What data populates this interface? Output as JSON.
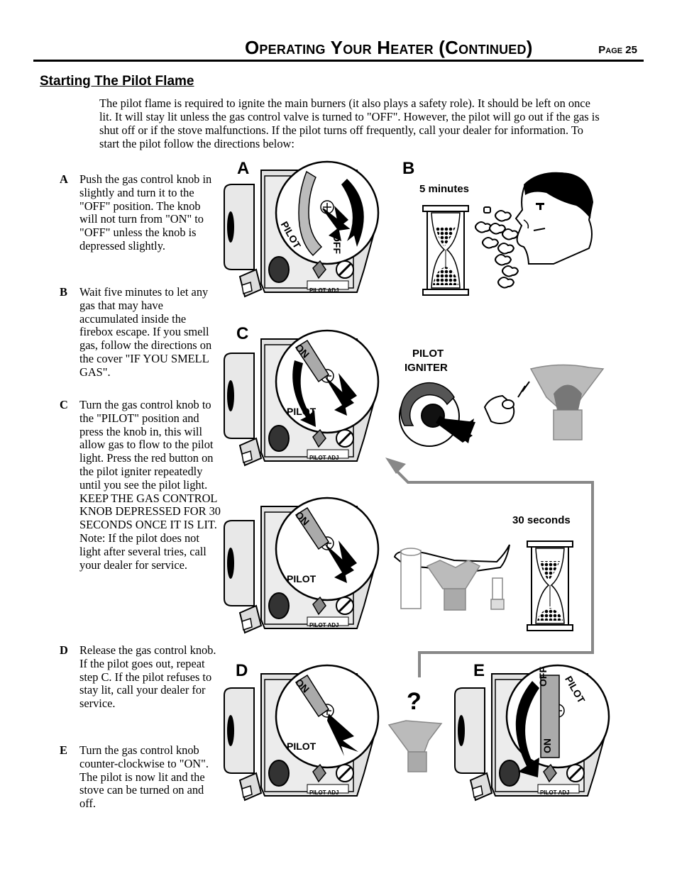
{
  "header": {
    "title": "Operating Your Heater (Continued)",
    "page": "Page 25"
  },
  "section_title": "Starting The Pilot Flame",
  "intro": "The pilot flame is required to ignite the main burners (it also plays a safety role).  It should be left on once lit.  It will stay lit unless the gas control valve is turned to \"OFF\".  However, the pilot will go out if the gas is shut off or if the stove malfunctions.  If the pilot turns off frequently, call your dealer for information.  To start the pilot follow the directions below:",
  "steps": [
    {
      "letter": "A",
      "text": "Push the gas control knob in slightly and turn it to the \"OFF\" position. The knob will not turn from \"ON\" to \"OFF\" unless the knob is depressed slightly."
    },
    {
      "letter": "B",
      "text": "Wait five minutes to let any gas that may have accumulated inside the firebox escape.  If you smell gas, follow the directions on the cover \"IF YOU SMELL GAS\"."
    },
    {
      "letter": "C",
      "text": "Turn the gas control knob to the \"PILOT\" position and press the knob in, this will allow gas to flow to the pilot light.  Press the red button on the pilot igniter repeatedly until you see the pilot light. KEEP THE GAS CONTROL KNOB DEPRESSED FOR 30 SECONDS ONCE IT IS LIT.  Note: If the pilot does not light after several tries, call your dealer for service."
    },
    {
      "letter": "D",
      "text": "Release the gas control knob.  If the pilot goes out, repeat step C.  If the pilot refuses to stay lit, call your dealer for service."
    },
    {
      "letter": "E",
      "text": "Turn the gas control knob counter-clockwise to \"ON\".  The pilot is now lit and the stove can be turned on and off."
    }
  ],
  "figure": {
    "labels": {
      "a": "A",
      "b": "B",
      "c": "C",
      "d": "D",
      "e": "E",
      "question": "?"
    },
    "five_minutes": "5 minutes",
    "thirty_seconds": "30 seconds",
    "pilot_igniter_1": "PILOT",
    "pilot_igniter_2": "IGNITER",
    "pilot_adj": "PILOT ADJ",
    "knob_on": "ON",
    "knob_off": "OFF",
    "knob_pilot": "PILOT"
  }
}
